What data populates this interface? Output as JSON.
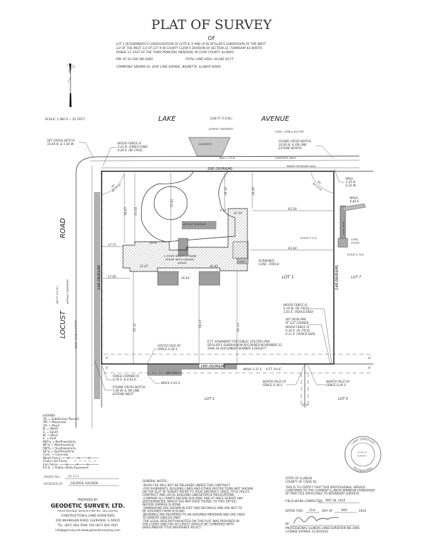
{
  "header": {
    "title": "PLAT OF SURVEY",
    "of": "OF",
    "legal": [
      "LOT 1 IN EISENBERG'S CONSOLIDATION OF LOTS 8, 9 AND 10 IN SEYLLER'S SUBDIVISION OF THE WEST",
      "1/2 OF THE WEST 1/2 OF LOT 9 IN COUNTY CLERK'S DIVISION OF SECTION 32, TOWNSHIP 42 NORTH,",
      "RANGE 13, EAST OF THE THIRD PRINCIPAL MERIDIAN, IN COOK COUNTY, ILLINOIS."
    ],
    "pin": "PIN: 05-32-200-186-0000",
    "area": "TOTAL LAND AREA: 26,640 SQ.FT.",
    "address": "COMMONLY KNOWN AS: 2645 LAKE AVENUE, WILMETTE, ILLINOIS 60091"
  },
  "scale": "SCALE: 1 INCH = 25 FEET",
  "icons": {
    "north_arrow": "north-arrow-icon",
    "seal": "surveyor-seal"
  },
  "streets": {
    "lake": "LAKE",
    "lake_row": "(100 FT. R.O.W.)",
    "avenue": "AVENUE",
    "lake_pavement": "ASPHALT PAVEMENT",
    "locust": "LOCUST",
    "road": "ROAD",
    "locust_row": "(80 FT. R.O.W.)",
    "locust_pavement": "ASPHALT PAVEMENT",
    "locust_curb": "CONC. CURB & GUTTER"
  },
  "plat": {
    "top_dim": "180.00(R&M)",
    "bottom_dim": "180.00(R&M)",
    "left_dim": "148.00(R&M)",
    "right_dim": "148.00(R&M)",
    "curb_top": "CONC. CURB & GUTTER",
    "concrete": "CONCRETE",
    "concrete_walk": "CONCRETE WALK",
    "timber_wall": "TIMBER RETAINING WALL",
    "wall_179": "WALL 1.79 N.",
    "set_notch": [
      "SET CROSS NOTCH",
      "10.00 N. & 5.00 W."
    ],
    "wood_fence_nw": [
      "WOOD FENCE IS",
      "3.23 N. (FENCE END)",
      "0.26 E. (W. FACE)"
    ],
    "found_notch_ne": [
      "FOUND CROSS NOTCH",
      "10.00 N. & ON LINE",
      "EXTEND NORTH"
    ],
    "angle_nw": [
      "(M)",
      "89°44'36\""
    ],
    "angle_ne": [
      "(M)",
      "90°15'24\""
    ],
    "wall_ne": [
      "WALL",
      "2.35 N.",
      "0.32 W."
    ],
    "walk_ne": [
      "WALK",
      "4.42 E."
    ],
    "conc_walk": "CONC. WALK",
    "conc_stoop": [
      "CONC.",
      "STOOP"
    ],
    "stoop_272": "STOOP 2.72 E.",
    "stoop_276": "STOOP 2.76 E.",
    "dims": {
      "d5845": "58.45",
      "d5554": "55.54",
      "d5562": "55.62",
      "d3010": "30.10",
      "d3036": "30.36",
      "d6339": "63.39",
      "d6344": "63.44",
      "d1771": "17.71",
      "d1760": "17.60",
      "d6132": "61.32",
      "d5427": "54.27",
      "d6113": "61.13",
      "d030": "0.30",
      "d2647": "26.47",
      "d3365": "33.65",
      "d3040": "30.40",
      "d1662": "16.62",
      "d2154": "21.54"
    },
    "asphalt_driveway": "ASPHALT DRIVEWAY",
    "house": [
      "1 STORY BRICK & FRAME",
      "HOUSE WITH GARAGE",
      "#2645"
    ],
    "screened_porch": [
      "SCREENED",
      "CONC. PORCH"
    ],
    "conc": "CONC.",
    "lot1": "LOT 1",
    "lot7": "LOT 7",
    "lot1_south": "LOT 1",
    "lot3": "LOT 3",
    "wood_fence_e": [
      "WOOD FENCE IS",
      "0.19 W. (W. FACE)",
      "1.83 E. (FENCE END)"
    ],
    "iron_pipe": [
      "SET IRON PIPE",
      "AT LOT CORNER",
      "WOOD FENCE IS",
      "0.18 S. (N. FACE)",
      "0.11 E. (FENCE END)"
    ],
    "easement": [
      "6 FT. EASEMENT FOR PUBLIC UTILITIES PER",
      "SEYLLER'S SUBDIVISION RECORDED NOVEMBER 21,",
      "1946 AS DOCUMENT NUMBER 13943977"
    ],
    "south_fence": [
      "SOUTH FACE OF",
      "FENCE 0.58 S."
    ],
    "fence_corner": [
      "FENCE CORNER IS",
      "0.78 S. & 0.83 E."
    ],
    "found_notch_sw": [
      "FOUND CROSS NOTCH",
      "5.00 W. & ON LINE",
      "EXTEND WEST"
    ],
    "brick": "BRICK 2.03 S.",
    "brick_walk": "BRICK WALK",
    "walk_231": "WALK 2.31 S.",
    "pue": "6 FT. P.U.E.",
    "north_fence_1": [
      "NORTH FACE OF",
      "FENCE 0.34 S."
    ],
    "north_fence_2": [
      "NORTH FACE OF",
      "FENCE 0.29 S."
    ],
    "six": "6'",
    "six2": "6'",
    "six_w": "6'",
    "six_w2": "6'",
    "six_e": "6'",
    "six_e2": "6'"
  },
  "legend": {
    "title": "LEGEND:",
    "items": [
      "(R) = Subdivision Record",
      "(M) = Measured",
      "(D) = Deed",
      "N. = North",
      "S. = South",
      "W. = West",
      "E. = East",
      "NW'ly = Northwesterly",
      "NE'ly = Northeasterly",
      "SW'ly = Southwesterly",
      "SE'ly = Southeasterly",
      "Conc. = Concrete",
      "Wood Fence",
      "Chain Link Fence",
      "Iron Fence",
      "P.U.E. = Public Utility Easement"
    ]
  },
  "order": {
    "no_label": "ORDER NO.:",
    "no": "24-113",
    "by_label": "ORDERED BY:",
    "by": "GEORGE HAUSEN"
  },
  "company": {
    "prepared": "PREPARED BY:",
    "name": "GEODETIC SURVEY, LTD.",
    "firm": "PROFESSIONAL DESIGN FIRM NO. 184-004394",
    "type": "CONSTRUCTION & LAND SURVEYORS",
    "address": "200 WAUKEGAN ROAD, GLENVIEW, IL 60025",
    "phone": "TEL. (847) 904-7690; FAX (847) 904-7691",
    "web": "info@gsurvey.net   www.gslandsurveying.com"
  },
  "notes": {
    "title": "GENERAL NOTES:",
    "lines": [
      "-ROAD FILE WILL NOT BE RELEASED UNDER THIS CONTRACT.",
      "-FOR EASEMENTS, BUILDING LINES AND OTHER RESTRICTIONS NOT SHOWN",
      " ON THE PLAT OF SURVEY REFER TO YOUR ABSTRACT, DEED, TITLE POLICY,",
      " CONTRACT AND LOCAL BUILDING LINE/SETBACK REGULATIONS.",
      "-COMPARE ALL POINTS BEFORE BUILDING AND AT ONCE REPORT ANY",
      " DISCREPANCIES, WHICH YOU MAY HAVE FOUND, TO THIS OFFICE,",
      " BEFORE DAMAGE IS DONE.",
      "-DIMENSIONS ARE SHOWN IN FEET AND DECIMALS AND ARE NOT TO",
      " BE ASSUMED FROM SCALING.",
      "-BEARINGS ARE REFERRED TO AN ASSUMED MERIDIAN AND ARE USED",
      " TO DENOTE ANGLES ONLY.",
      "-THE LEGAL DESCRIPTION NOTED ON THIS PLAT WAS PROVIDED BY",
      " THE CLIENT AND FOR ACCURACY SHOULD BE COMPARED WITH",
      " DEED AND/OR TITLE INSURANCE POLICY."
    ]
  },
  "cert": {
    "state": "STATE OF ILLINOIS",
    "county": "COUNTY OF COOK  SS",
    "text": [
      "THIS IS TO CERTIFY THAT THIS PROFESSIONAL SERVICE",
      "CONFORMS TO THE CURRENT ILLINOIS MINIMUM STANDARDS",
      "OF PRACTICE APPLICABLE TO BOUNDARY SURVEYS."
    ],
    "field_label": "FIELD WORK COMPLETED:",
    "field": "MAY 28, 2024",
    "dated_label": "DATED THIS",
    "day": "31st",
    "day_of": "DAY OF",
    "month": "MAY",
    "year": "2024.",
    "by": "BY",
    "surveyor": "PROFESSIONAL ILLINOIS LAND SURVEYOR NO.3000",
    "license": "LICENSE EXPIRES 11/30/2024",
    "seal_text": [
      "PROFESSIONAL",
      "LAND SURVEYOR",
      "STATE OF",
      "ILLINOIS"
    ]
  }
}
